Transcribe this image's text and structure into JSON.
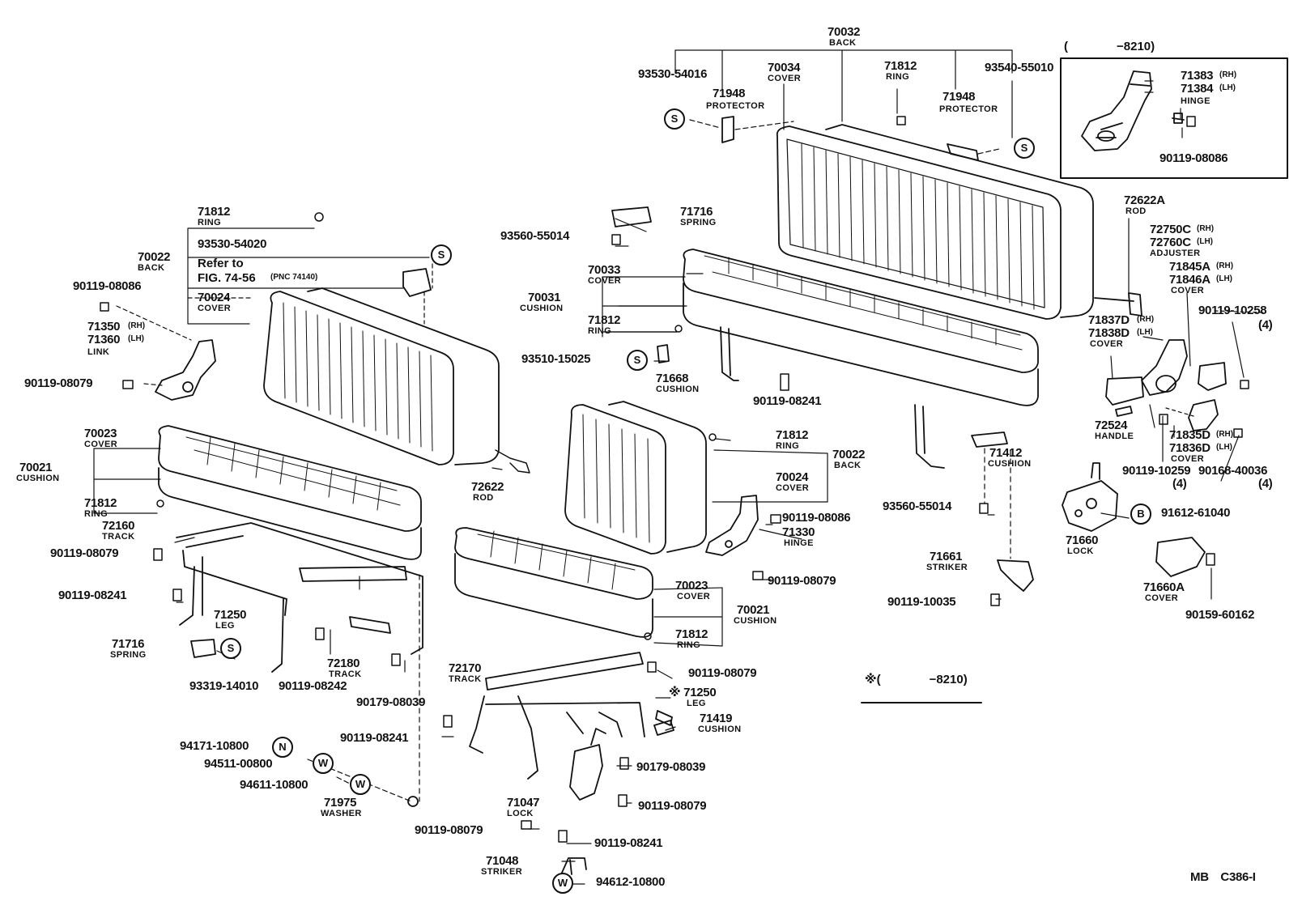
{
  "inset": {
    "range": "(　　　　−8210)",
    "p71383": "71383",
    "p71383_side": "(RH)",
    "p71384": "71384",
    "p71384_side": "(LH)",
    "hinge": "HINGE",
    "p90119_08086": "90119-08086"
  },
  "top_back": {
    "pn": "70032",
    "name": "BACK"
  },
  "labels": {
    "a93530_54016": "93530-54016",
    "a70034": "70034",
    "a70034n": "COVER",
    "a71812r": "71812",
    "a71812rn": "RING",
    "a93540_55010": "93540-55010",
    "a71948l": "71948",
    "a71948ln": "PROTECTOR",
    "a71948r": "71948",
    "a71948rn": "PROTECTOR",
    "b71812": "71812",
    "b71812n": "RING",
    "b93530_54020": "93530-54020",
    "b70022": "70022",
    "b70022n": "BACK",
    "b_ref1": "Refer to",
    "b_ref2": "FIG. 74-56",
    "b_ref3": "(PNC 74140)",
    "b70024": "70024",
    "b70024n": "COVER",
    "b90119_08086": "90119-08086",
    "b71350": "71350",
    "b71350s": "(RH)",
    "b71360": "71360",
    "b71360s": "(LH)",
    "b_link": "LINK",
    "b90119_08079": "90119-08079",
    "c71716": "71716",
    "c71716n": "SPRING",
    "c93560_55014": "93560-55014",
    "c70033": "70033",
    "c70033n": "COVER",
    "c70031": "70031",
    "c70031n": "CUSHION",
    "c71812": "71812",
    "c71812n": "RING",
    "c93510_15025": "93510-15025",
    "c71668": "71668",
    "c71668n": "CUSHION",
    "c90119_08241": "90119-08241",
    "d72622a": "72622A",
    "d72622an": "ROD",
    "d72750c": "72750C",
    "d72750cs": "(RH)",
    "d72760c": "72760C",
    "d72760cs": "(LH)",
    "d_adjuster": "ADJUSTER",
    "d71845a": "71845A",
    "d71845as": "(RH)",
    "d71846a": "71846A",
    "d71846as": "(LH)",
    "d_cover1": "COVER",
    "d90119_10258": "90119-10258",
    "d_q4a": "(4)",
    "d71837d": "71837D",
    "d71837ds": "(RH)",
    "d71838d": "71838D",
    "d71838ds": "(LH)",
    "d_cover2": "COVER",
    "d72524": "72524",
    "d72524n": "HANDLE",
    "d71835d": "71835D",
    "d71835ds": "(RH)",
    "d71836d": "71836D",
    "d71836ds": "(LH)",
    "d_cover3": "COVER",
    "d90119_10259": "90119-10259",
    "d_q4b": "(4)",
    "d90168_40036": "90168-40036",
    "d_q4c": "(4)",
    "d71660": "71660",
    "d71660n": "LOCK",
    "d91612_61040": "91612-61040",
    "d71660a": "71660A",
    "d71660an": "COVER",
    "d90159_60162": "90159-60162",
    "e70023": "70023",
    "e70023n": "COVER",
    "e70021": "70021",
    "e70021n": "CUSHION",
    "e71812": "71812",
    "e71812n": "RING",
    "e72160": "72160",
    "e72160n": "TRACK",
    "e90119_08079": "90119-08079",
    "e90119_08241": "90119-08241",
    "e71250": "71250",
    "e71250n": "LEG",
    "e71716": "71716",
    "e71716n": "SPRING",
    "e93319_14010": "93319-14010",
    "e90119_08242": "90119-08242",
    "e72180": "72180",
    "e72180n": "TRACK",
    "e90179_08039": "90179-08039",
    "e72622": "72622",
    "e72622n": "ROD",
    "f71812": "71812",
    "f71812n": "RING",
    "f70022": "70022",
    "f70022n": "BACK",
    "f70024": "70024",
    "f70024n": "COVER",
    "f90119_08086": "90119-08086",
    "f71330": "71330",
    "f71330n": "HINGE",
    "f90119_08079": "90119-08079",
    "f70023": "70023",
    "f70023n": "COVER",
    "f70021": "70021",
    "f70021n": "CUSHION",
    "f71812b": "71812",
    "f71812bn": "RING",
    "g71412": "71412",
    "g71412n": "CUSHION",
    "g93560_55014": "93560-55014",
    "g71661": "71661",
    "g71661n": "STRIKER",
    "g90119_10035": "90119-10035",
    "g_range": "※(　　　　−8210)",
    "h72170": "72170",
    "h72170n": "TRACK",
    "h90119_08079": "90119-08079",
    "h71250": "※ 71250",
    "h71250n": "LEG",
    "h71419": "71419",
    "h71419n": "CUSHION",
    "h90119_08241": "90119-08241",
    "h90179_08039": "90179-08039",
    "h94171_10800": "94171-10800",
    "h94511_00800": "94511-00800",
    "h94611_10800": "94611-10800",
    "h71975": "71975",
    "h71975n": "WASHER",
    "h71047": "71047",
    "h71047n": "LOCK",
    "h90119_08079b": "90119-08079",
    "h90119_08079c": "90119-08079",
    "h90119_08241b": "90119-08241",
    "h71048": "71048",
    "h71048n": "STRIKER",
    "h94612_10800": "94612-10800",
    "footer": "MB　C386-I"
  },
  "symbols": {
    "s": "S",
    "b": "B",
    "n": "N",
    "w": "W"
  }
}
